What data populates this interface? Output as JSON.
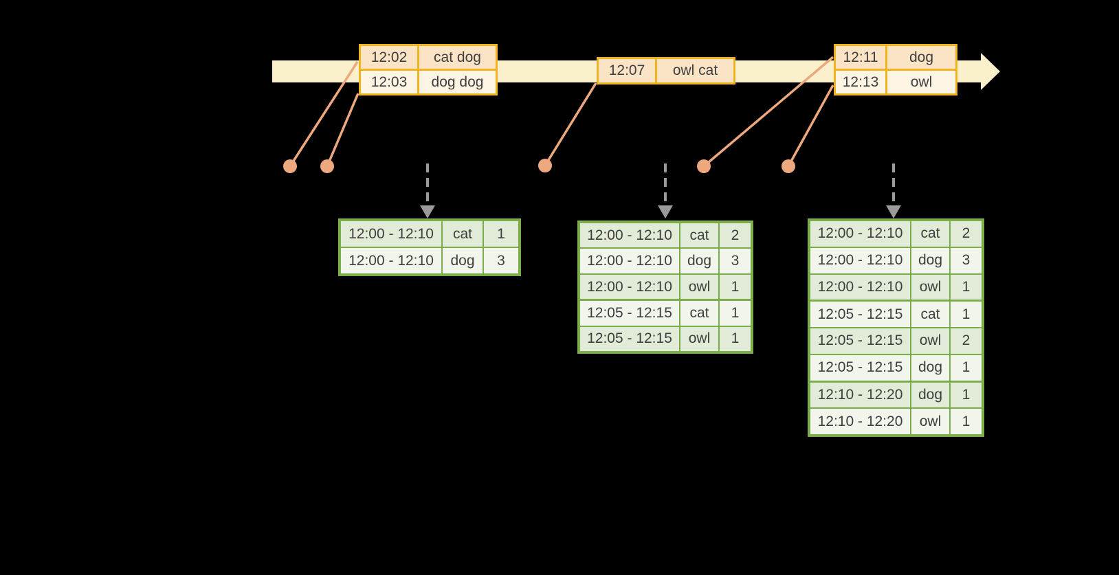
{
  "colors": {
    "background": "#000000",
    "timeline_band": "#faf0cb",
    "table_border_gold": "#f0b41e",
    "event_row_peach": "#fbe4c6",
    "event_row_cream": "#fdf4e3",
    "connector_orange": "#eda87e",
    "trigger_gray": "#9b9b9b",
    "green_border": "#7bae4a",
    "green_row_tint": "#e2ebd7",
    "green_row_light": "#f1f5eb",
    "text_color": "#3e3e3e"
  },
  "timeline": {
    "events": [
      {
        "rows": [
          {
            "time": "12:02",
            "words": "cat dog"
          },
          {
            "time": "12:03",
            "words": "dog dog"
          }
        ]
      },
      {
        "rows": [
          {
            "time": "12:07",
            "words": "owl cat"
          }
        ]
      },
      {
        "rows": [
          {
            "time": "12:11",
            "words": "dog"
          },
          {
            "time": "12:13",
            "words": "owl"
          }
        ]
      }
    ]
  },
  "result_tables": [
    {
      "rows": [
        [
          "12:00 - 12:10",
          "cat",
          "1"
        ],
        [
          "12:00 - 12:10",
          "dog",
          "3"
        ]
      ]
    },
    {
      "rows": [
        [
          "12:00 - 12:10",
          "cat",
          "2"
        ],
        [
          "12:00 - 12:10",
          "dog",
          "3"
        ],
        [
          "12:00 - 12:10",
          "owl",
          "1"
        ],
        [
          "12:05 - 12:15",
          "cat",
          "1"
        ],
        [
          "12:05 - 12:15",
          "owl",
          "1"
        ]
      ]
    },
    {
      "rows": [
        [
          "12:00 - 12:10",
          "cat",
          "2"
        ],
        [
          "12:00 - 12:10",
          "dog",
          "3"
        ],
        [
          "12:00 - 12:10",
          "owl",
          "1"
        ],
        [
          "12:05 - 12:15",
          "cat",
          "1"
        ],
        [
          "12:05 - 12:15",
          "owl",
          "2"
        ],
        [
          "12:05 - 12:15",
          "dog",
          "1"
        ],
        [
          "12:10 - 12:20",
          "dog",
          "1"
        ],
        [
          "12:10 - 12:20",
          "owl",
          "1"
        ]
      ]
    }
  ]
}
